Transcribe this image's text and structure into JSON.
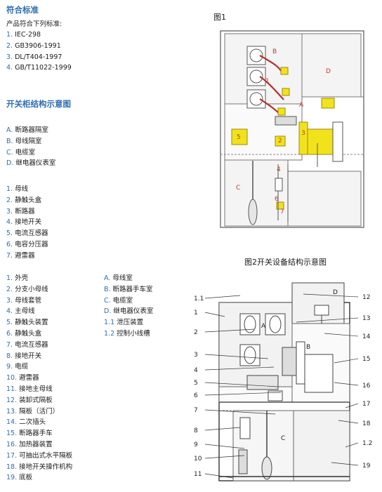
{
  "standards": {
    "title": "符合标准",
    "intro": "产品符合下列标准:",
    "items": [
      {
        "n": "1.",
        "t": "IEC-298"
      },
      {
        "n": "2.",
        "t": "GB3906-1991"
      },
      {
        "n": "3.",
        "t": "DL/T404-1997"
      },
      {
        "n": "4.",
        "t": "GB/T11022-1999"
      }
    ]
  },
  "structure": {
    "title": "开关柜结构示意图",
    "compartments": [
      {
        "n": "A.",
        "t": "断路器隔室"
      },
      {
        "n": "B.",
        "t": "母线隔室"
      },
      {
        "n": "C.",
        "t": "电缆室"
      },
      {
        "n": "D.",
        "t": "继电器仪表室"
      }
    ],
    "parts": [
      {
        "n": "1.",
        "t": "母线"
      },
      {
        "n": "2.",
        "t": "静触头盒"
      },
      {
        "n": "3.",
        "t": "断路器"
      },
      {
        "n": "4.",
        "t": "接地开关"
      },
      {
        "n": "5.",
        "t": "电流互感器"
      },
      {
        "n": "6.",
        "t": "电容分压器"
      },
      {
        "n": "7.",
        "t": "避雷器"
      }
    ]
  },
  "legend2": {
    "left": [
      {
        "n": "1.",
        "t": "外壳"
      },
      {
        "n": "2.",
        "t": "分支小母线"
      },
      {
        "n": "3.",
        "t": "母线套管"
      },
      {
        "n": "4.",
        "t": "主母线"
      },
      {
        "n": "5.",
        "t": "静触头装置"
      },
      {
        "n": "6.",
        "t": "静触头盒"
      },
      {
        "n": "7.",
        "t": "电流互感器"
      },
      {
        "n": "8.",
        "t": "接地开关"
      },
      {
        "n": "9.",
        "t": "电缆"
      },
      {
        "n": "10.",
        "t": "避雷器"
      },
      {
        "n": "11.",
        "t": "接地主母线"
      },
      {
        "n": "12.",
        "t": "装卸式隔板"
      },
      {
        "n": "13.",
        "t": "隔板（活门）"
      },
      {
        "n": "14.",
        "t": "二次插头"
      },
      {
        "n": "15.",
        "t": "断路器手车"
      },
      {
        "n": "16.",
        "t": "加热器装置"
      },
      {
        "n": "17.",
        "t": "可抽出式水平隔板"
      },
      {
        "n": "18.",
        "t": "接地开关操作机构"
      },
      {
        "n": "19.",
        "t": "底板"
      }
    ],
    "right": [
      {
        "n": "A.",
        "t": "母线室"
      },
      {
        "n": "B.",
        "t": "断路器手车室"
      },
      {
        "n": "C.",
        "t": "电缆室"
      },
      {
        "n": "D.",
        "t": "继电器仪表室"
      },
      {
        "n": "1.1",
        "t": "泄压装置"
      },
      {
        "n": "1.2",
        "t": "控制小线槽"
      }
    ]
  },
  "figure1": {
    "caption": "图1",
    "zones": {
      "A": "A",
      "B": "B",
      "C": "C",
      "D": "D"
    },
    "parts": [
      "1",
      "2",
      "3",
      "4",
      "5",
      "6",
      "7"
    ]
  },
  "figure2": {
    "caption": "图2开关设备结构示意图",
    "zones": {
      "A": "A",
      "B": "B",
      "C": "C",
      "D": "D"
    },
    "left_callouts": [
      "1.1",
      "1",
      "2",
      "3",
      "4",
      "5",
      "6",
      "7",
      "8",
      "9",
      "10",
      "11"
    ],
    "right_callouts": [
      "12",
      "13",
      "14",
      "15",
      "16",
      "17",
      "18",
      "1.2",
      "19"
    ]
  },
  "colors": {
    "accent": "#2f6db0",
    "label_red": "#c0392b",
    "part_yellow": "#f2e21c",
    "busbar_red": "#b0322f"
  }
}
